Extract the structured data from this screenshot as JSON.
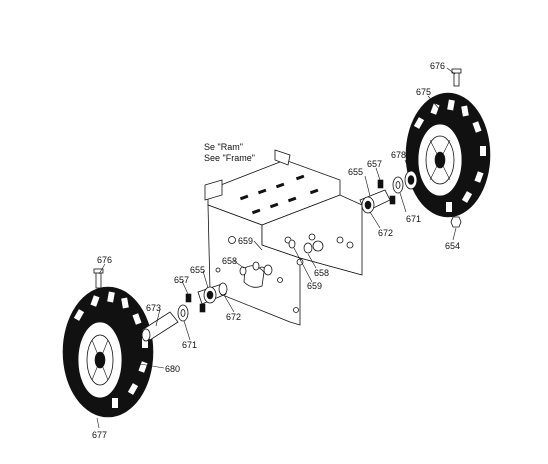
{
  "frame_note": {
    "line1": "Se \"Ram\"",
    "line2": "See \"Frame\""
  },
  "callouts": {
    "c676_right": "676",
    "c675": "675",
    "c678": "678",
    "c657_right": "657",
    "c655_right": "655",
    "c671_right": "671",
    "c672_right": "672",
    "c654": "654",
    "c659_top": "659",
    "c658_left": "658",
    "c658_right": "658",
    "c659_right": "659",
    "c655_left": "655",
    "c657_left": "657",
    "c672_left": "672",
    "c673": "673",
    "c671_left": "671",
    "c676_left": "676",
    "c680": "680",
    "c677": "677"
  },
  "colors": {
    "ink": "#111111",
    "paper": "#ffffff"
  }
}
